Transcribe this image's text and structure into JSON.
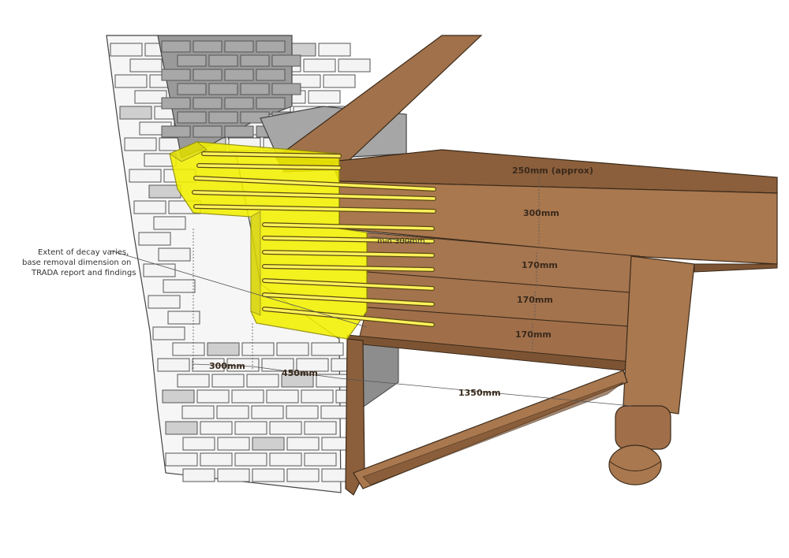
{
  "annotation": {
    "line1": "Extent of decay varies,",
    "line2": "base removal dimension on",
    "line3": "TRADA report and findings"
  },
  "dimensions": {
    "beam_top": "250mm (approx)",
    "beam_depth": "300mm",
    "min_embed": "min 300mm",
    "lam_1": "170mm",
    "lam_2": "170mm",
    "lam_3": "170mm",
    "wall_a": "300mm",
    "wall_b": "450mm",
    "span": "1350mm"
  },
  "colors": {
    "resin_fill": "#f2f000",
    "timber": "#a9784f",
    "timber_dark": "#7d5433",
    "brick_face": "#f4f4f4",
    "brick_shadow": "#8a8a8a"
  }
}
